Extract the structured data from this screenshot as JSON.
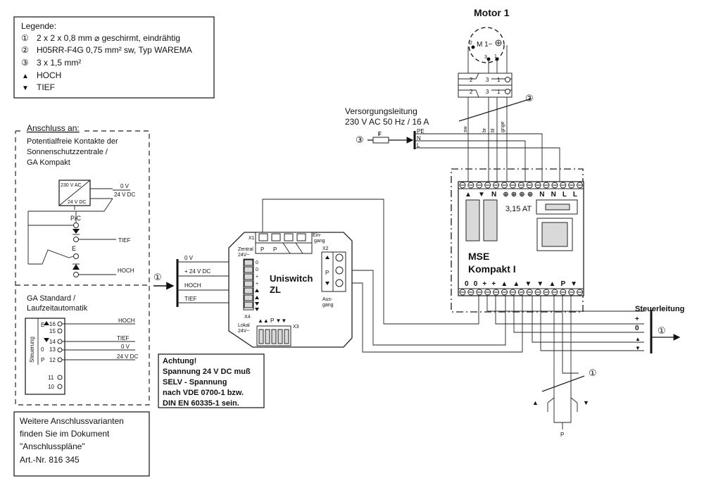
{
  "legend": {
    "title": "Legende:",
    "items": [
      {
        "marker": "①",
        "text": "2 x 2 x 0,8 mm ⌀ geschirmt, eindrähtig"
      },
      {
        "marker": "②",
        "text": "H05RR-F4G 0,75 mm² sw, Typ WAREMA"
      },
      {
        "marker": "③",
        "text": "3 x 1,5 mm²"
      },
      {
        "marker": "▲",
        "text": "HOCH"
      },
      {
        "marker": "▼",
        "text": "TIEF"
      }
    ]
  },
  "connection": {
    "heading": "Anschluss an:",
    "desc_lines": [
      "Potentialfreie Kontakte der",
      "Sonnenschutzzentrale /",
      "GA Kompakt"
    ],
    "psu_label_top": "230 V AC",
    "psu_label_bottom": "24 V DC",
    "psu_out_0v": "0 V",
    "psu_out_24v": "24 V DC",
    "pc_label": "P/C",
    "e_label": "E",
    "tief_label": "TIEF",
    "hoch_label": "HOCH"
  },
  "ga_standard": {
    "title_lines": [
      "GA Standard /",
      "Laufzeitautomatik"
    ],
    "steuerung_label": "Steuerung",
    "side_letters": [
      "E",
      "P",
      "0"
    ],
    "terminals": [
      "16",
      "15",
      "14",
      "13",
      "12",
      "11",
      "10"
    ],
    "hoch_label": "HOCH",
    "tief_label": "TIEF",
    "v0_label": "0 V",
    "v24_label": "24 V DC"
  },
  "further": {
    "lines": [
      "Weitere Anschlussvarianten",
      "finden Sie im Dokument",
      "\"Anschlusspläne\"",
      "Art.-Nr. 816 345"
    ]
  },
  "uniswitch": {
    "name_line1": "Uniswitch",
    "name_line2": "ZL",
    "x1": "X1",
    "x2": "X2",
    "x3": "X3",
    "x4": "X4",
    "eingang": [
      "Ein-",
      "gang"
    ],
    "ausgang": [
      "Aus-",
      "gang"
    ],
    "zentral": [
      "Zentral",
      "24V~"
    ],
    "lokal": [
      "Lokal",
      "24V~"
    ],
    "x1_terms": [
      "P",
      "P"
    ],
    "x3_terms": "▲▲ P ▼▼",
    "left_terms": [
      "0",
      "0",
      "+",
      "+"
    ],
    "wire_labels": [
      "0 V",
      "+ 24 V  DC",
      "HOCH",
      "TIEF"
    ],
    "marker": "①"
  },
  "warning": {
    "lines": [
      "Achtung!",
      "Spannung 24 V DC muß",
      "SELV - Spannung",
      "nach VDE 0700-1 bzw.",
      "DIN EN 60335-1 sein."
    ]
  },
  "motor": {
    "title": "Motor 1",
    "symbol": "M 1~",
    "pin2": "2",
    "pin3": "3",
    "pin1": "1",
    "term_labels": [
      "2",
      "2",
      "3",
      "3",
      "1",
      "1"
    ],
    "wire_colors": [
      "sw",
      "br",
      "bl",
      "gnge"
    ],
    "marker": "②"
  },
  "supply": {
    "title": "Versorgungsleitung",
    "spec": "230 V AC 50 Hz / 16 A",
    "marker": "③",
    "fuse_label": "F",
    "lines": [
      "PE",
      "N",
      "L"
    ]
  },
  "mse": {
    "name_line1": "MSE",
    "name_line2": "Kompakt I",
    "fuse": "3,15 AT",
    "top_labels": "▲  ▼  N  ⊕⊕⊕⊕  N  N  L  L",
    "bottom_labels": "0  0  +  +  ▲  ▲  ▼  ▼  ▲  P  ▼"
  },
  "steuerleitung": {
    "title": "Steuerleitung",
    "plus": "+",
    "zero": "0",
    "up": "▲",
    "down": "▼",
    "marker": "①"
  },
  "switch": {
    "marker": "①",
    "up": "▲",
    "down": "▼",
    "p_label": "P"
  }
}
